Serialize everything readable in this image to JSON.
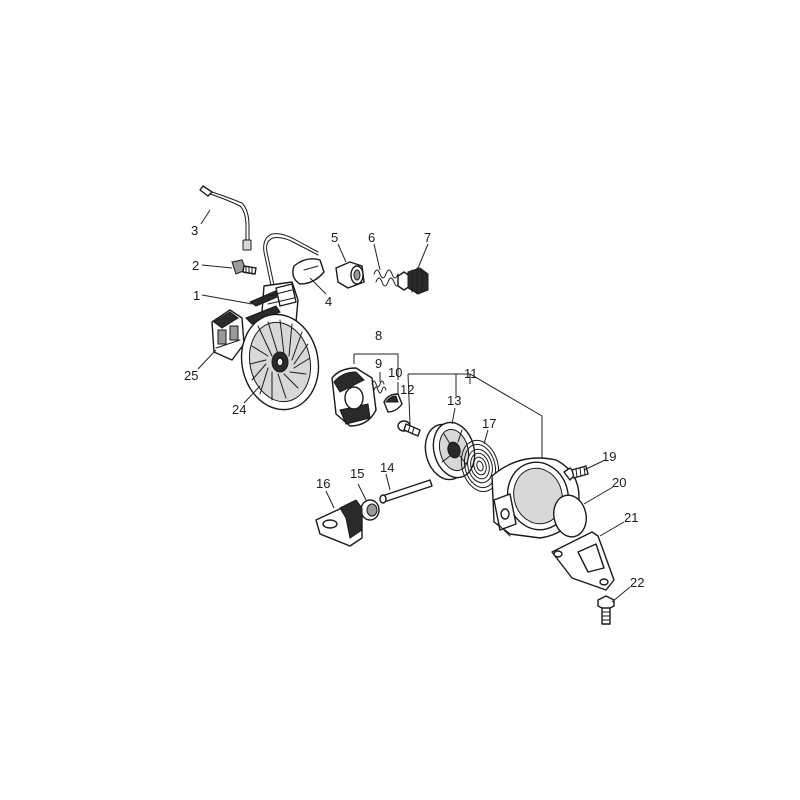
{
  "labels": {
    "l1": "1",
    "l2": "2",
    "l3": "3",
    "l4": "4",
    "l5": "5",
    "l6": "6",
    "l7": "7",
    "l8": "8",
    "l9": "9",
    "l10": "10",
    "l11": "11",
    "l12": "12",
    "l13": "13",
    "l14": "14",
    "l15": "15",
    "l16": "16",
    "l17": "17",
    "l19": "19",
    "l20": "20",
    "l21": "21",
    "l22": "22",
    "l24": "24",
    "l25": "25"
  }
}
